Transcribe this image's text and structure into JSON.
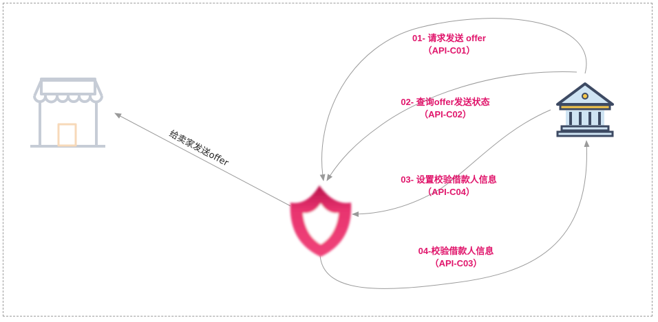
{
  "colors": {
    "label": "#e0156b",
    "connector": "#9a9a9a",
    "frame": "#9a9a9a",
    "store_line": "#c6ccd6",
    "store_door": "#f7d9b9",
    "bank_roof": "#5b6a8a",
    "bank_body": "#cfe4f3",
    "bank_accent": "#f7c84a",
    "shield_main": "#e8336f",
    "shield_top": "#c2174f"
  },
  "nodes": {
    "store": {
      "icon": "store-icon"
    },
    "platform": {
      "icon": "shield-icon"
    },
    "bank": {
      "icon": "bank-icon"
    }
  },
  "edges": {
    "seller_offer": {
      "label": "给卖家发送offer"
    }
  },
  "steps": [
    {
      "line1": "01- 请求发送 offer",
      "line2": "（API-C01）"
    },
    {
      "line1": "02- 查询offer发送状态",
      "line2": "（API-C02）"
    },
    {
      "line1": "03- 设置校验借款人信息",
      "line2": "（API-C04）"
    },
    {
      "line1": "04-校验借款人信息",
      "line2": "（API-C03）"
    }
  ]
}
